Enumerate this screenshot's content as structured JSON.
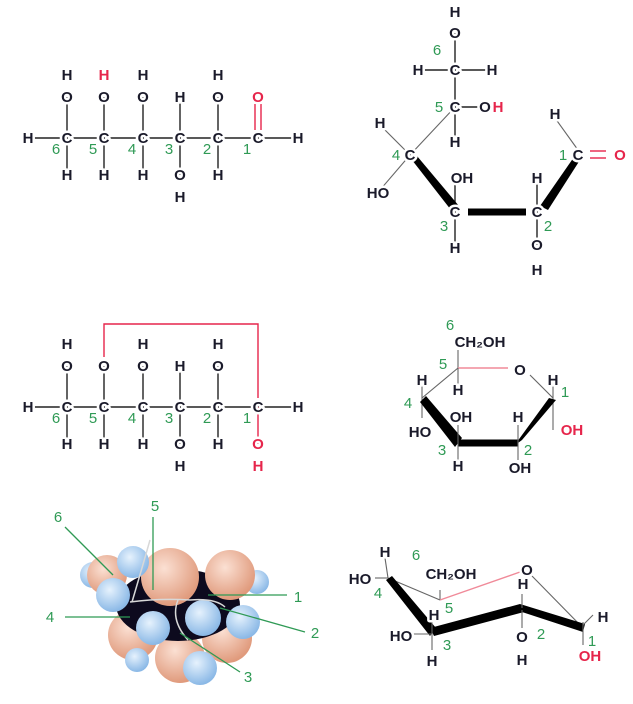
{
  "atoms": {
    "H": "H",
    "O": "O",
    "C": "C",
    "OH": "OH",
    "HO": "HO",
    "CH2OH": "CH₂OH"
  },
  "numbers": {
    "n1": "1",
    "n2": "2",
    "n3": "3",
    "n4": "4",
    "n5": "5",
    "n6": "6"
  },
  "colors": {
    "carbon_number": "#2f9a55",
    "highlight": "#e6254b",
    "oxygen_sphere": "#e9a98e",
    "hydrogen_sphere": "#a9cdef",
    "carbon_sphere": "#0d0a1e"
  }
}
